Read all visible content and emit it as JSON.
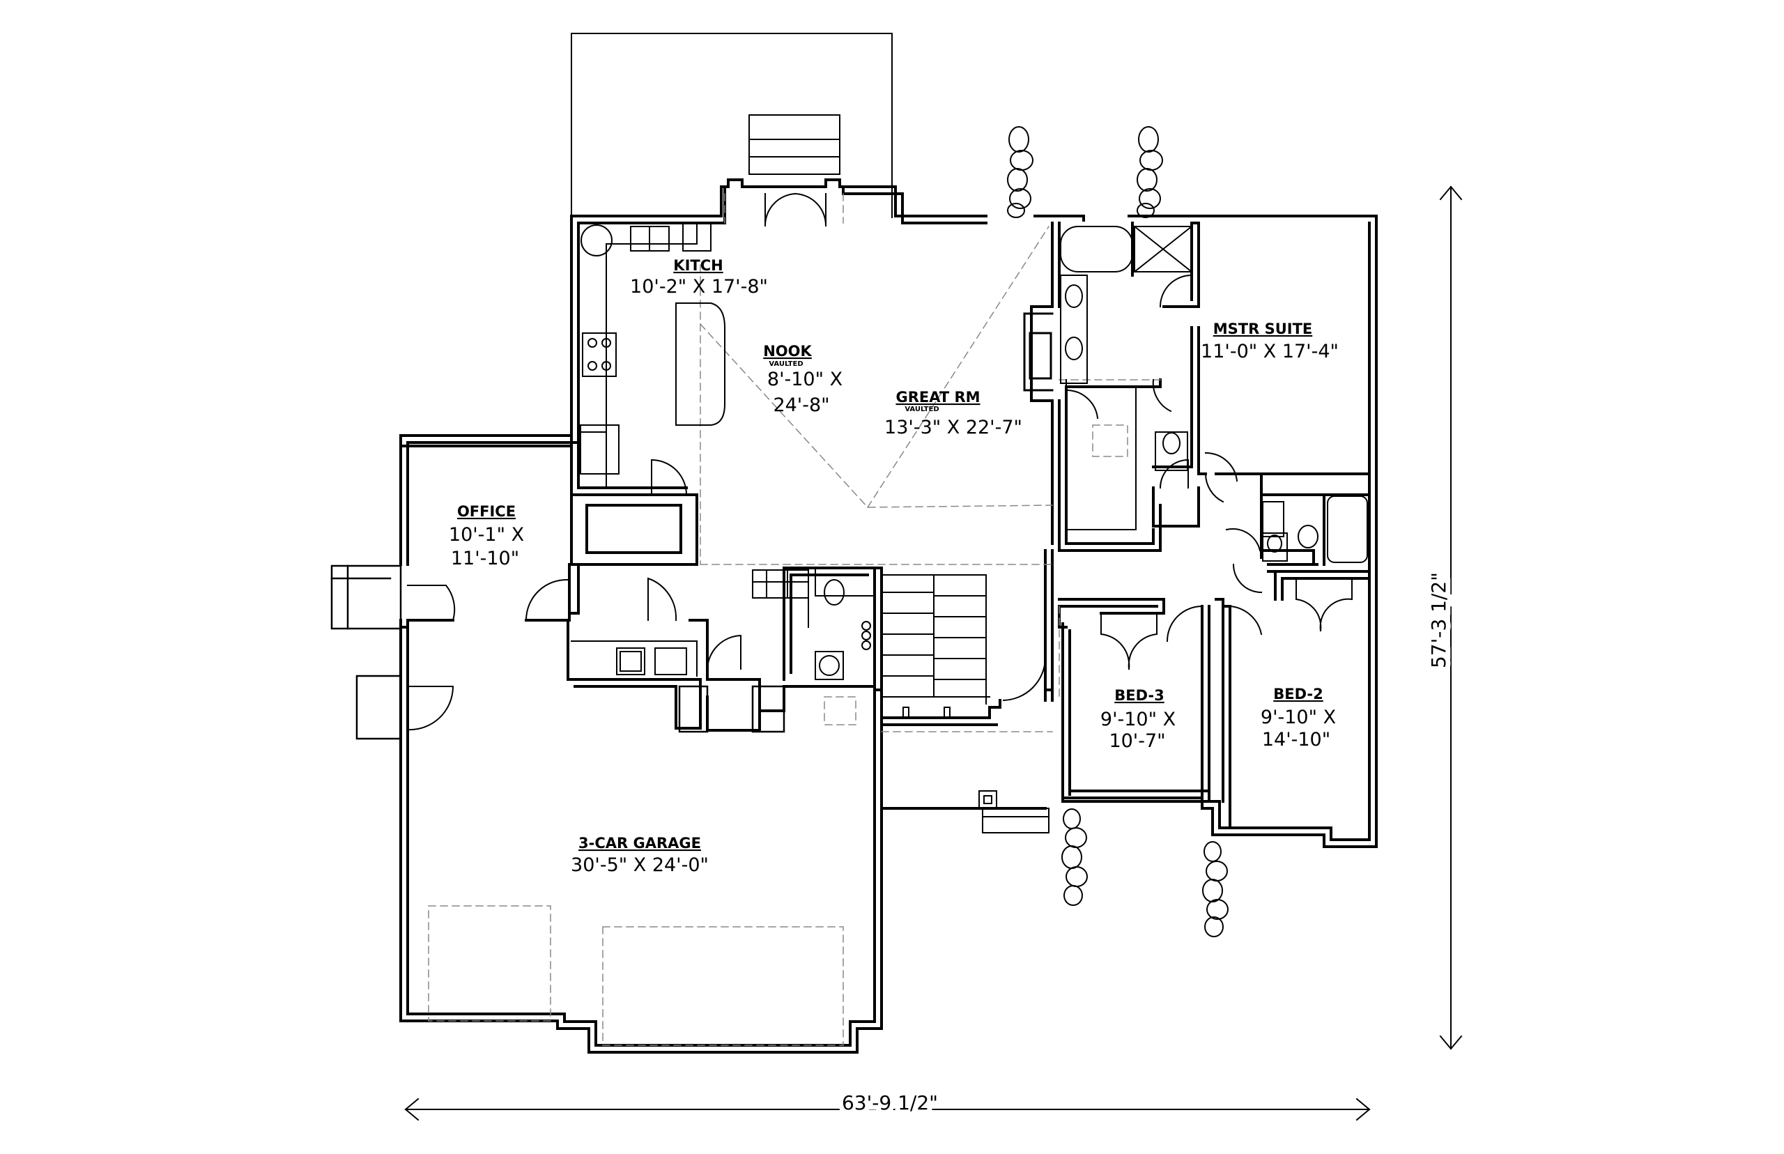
{
  "rooms": {
    "kitchen": {
      "name": "KITCH",
      "dim": "10'-2\" X 17'-8\""
    },
    "nook": {
      "name": "NOOK",
      "note": "VAULTED",
      "dim1": "8'-10\" X",
      "dim2": "24'-8\""
    },
    "great_room": {
      "name": "GREAT RM",
      "note": "VAULTED",
      "dim": "13'-3\" X 22'-7\""
    },
    "master_suite": {
      "name": "MSTR SUITE",
      "dim": "11'-0\" X 17'-4\""
    },
    "office": {
      "name": "OFFICE",
      "dim1": "10'-1\" X",
      "dim2": "11'-10\""
    },
    "bed3": {
      "name": "BED-3",
      "dim1": "9'-10\" X",
      "dim2": "10'-7\""
    },
    "bed2": {
      "name": "BED-2",
      "dim1": "9'-10\" X",
      "dim2": "14'-10\""
    },
    "garage": {
      "name": "3-CAR GARAGE",
      "dim": "30'-5\" X 24'-0\""
    }
  },
  "dimensions": {
    "overall_width": "63'-9 1/2\"",
    "overall_depth": "57'-3 1/2\""
  },
  "colors": {
    "line": "#000000",
    "background": "#ffffff",
    "hidden_line": "#888888"
  }
}
